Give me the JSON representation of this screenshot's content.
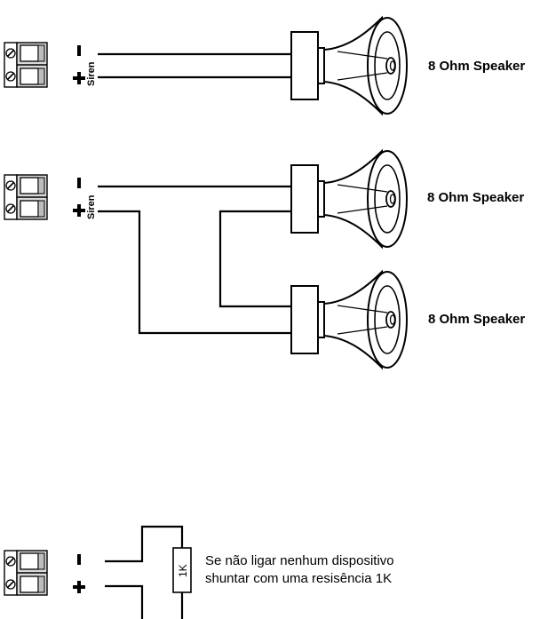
{
  "speaker_label": "8 Ohm Speaker",
  "siren_label": "Siren",
  "polarity": {
    "negative": "-",
    "positive": "+"
  },
  "resistor_label": "1K",
  "note_lines": [
    "Se não ligar nenhum dispositivo",
    "shuntar com uma resisência 1K"
  ],
  "icons": {
    "terminal_block": "terminal-block-icon",
    "screw": "screw-icon",
    "speaker": "horn-speaker-icon",
    "resistor": "resistor-icon"
  }
}
